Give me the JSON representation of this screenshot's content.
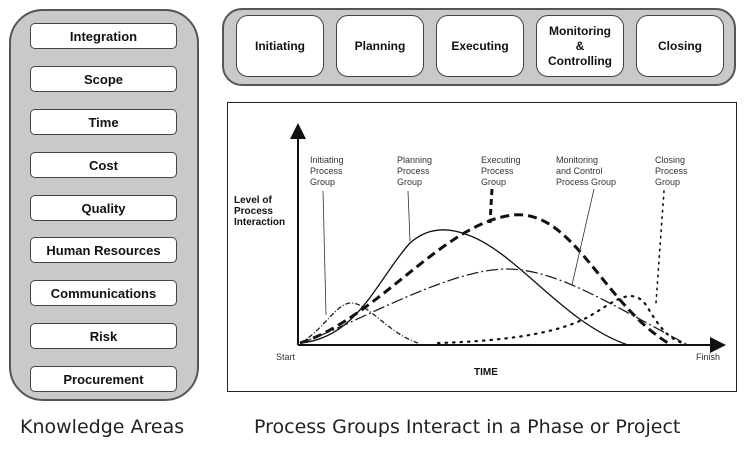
{
  "knowledge_areas": {
    "items": [
      {
        "label": "Integration"
      },
      {
        "label": "Scope"
      },
      {
        "label": "Time"
      },
      {
        "label": "Cost"
      },
      {
        "label": "Quality"
      },
      {
        "label": "Human Resources"
      },
      {
        "label": "Communications"
      },
      {
        "label": "Risk"
      },
      {
        "label": "Procurement"
      }
    ],
    "caption": "Knowledge Areas"
  },
  "process_groups": {
    "items": [
      {
        "label": "Initiating"
      },
      {
        "label": "Planning"
      },
      {
        "label": "Executing"
      },
      {
        "label": "Monitoring\n&\nControlling"
      },
      {
        "label": "Closing"
      }
    ],
    "caption": "Process Groups Interact in a Phase or Project"
  },
  "chart": {
    "y_axis_label": [
      "Level of",
      "Process",
      "Interaction"
    ],
    "x_axis_label": "TIME",
    "x_start_label": "Start",
    "x_end_label": "Finish",
    "curve_labels": {
      "initiating": [
        "Initiating",
        "Process",
        "Group"
      ],
      "planning": [
        "Planning",
        "Process",
        "Group"
      ],
      "executing": [
        "Executing",
        "Process",
        "Group"
      ],
      "monitoring": [
        "Monitoring",
        "and Control",
        "Process Group"
      ],
      "closing": [
        "Closing",
        "Process",
        "Group"
      ]
    }
  }
}
